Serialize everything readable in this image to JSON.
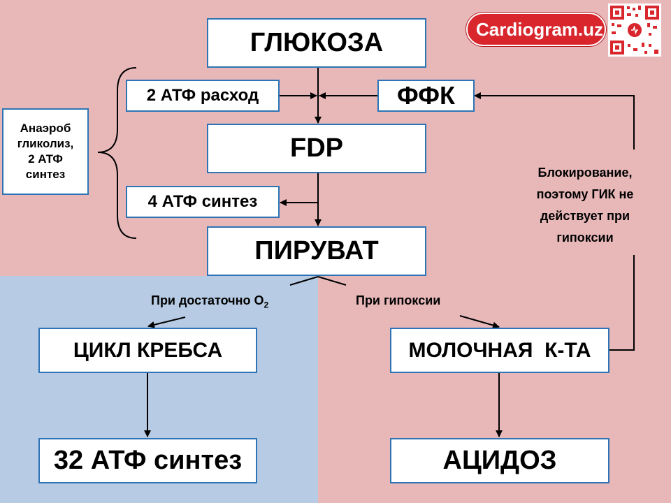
{
  "colors": {
    "pink_bg": "#e8b8b9",
    "blue_bg": "#b7cce4",
    "box_border": "#2e74b5",
    "brand_red": "#d9262d"
  },
  "brand": {
    "name": "Cardiogram.uz"
  },
  "nodes": {
    "glucose": "ГЛЮКОЗА",
    "atp_spend": "2 АТФ расход",
    "ffk": "ФФК",
    "fdp": "FDP",
    "atp_synth4": "4 АТФ синтез",
    "pyruvate": "ПИРУВАТ",
    "anaerobic": [
      "Анаэроб",
      "гликолиз,",
      "2 АТФ",
      "синтез"
    ],
    "krebs": "ЦИКЛ КРЕБСА",
    "lactic": "МОЛОЧНАЯ  К-ТА",
    "atp_synth32": "32 АТФ синтез",
    "acidosis": "АЦИДОЗ"
  },
  "labels": {
    "blocking": [
      "Блокирование,",
      "поэтому ГИК не",
      "действует при",
      "гипоксии"
    ],
    "oxygen_prefix": "При достаточно О",
    "oxygen_sub": "2",
    "hypoxia": "При гипоксии"
  }
}
